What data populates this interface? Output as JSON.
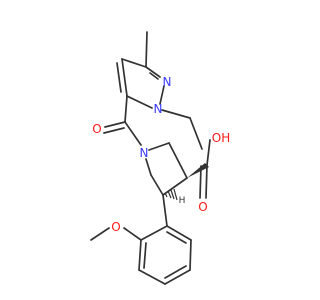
{
  "molecule": {
    "labels": {
      "pyrazole_n2": "N",
      "pyrazole_n1": "N",
      "carbonyl_o": "O",
      "pyrrolidine_n": "N",
      "acid_oh": "OH",
      "acid_o": "O",
      "ring_h": "H",
      "methoxy_o": "O"
    },
    "colors": {
      "bond": "#333333",
      "nitrogen": "#3a3aff",
      "oxygen": "#ff1a1a",
      "carbon_label": "#333333"
    }
  }
}
